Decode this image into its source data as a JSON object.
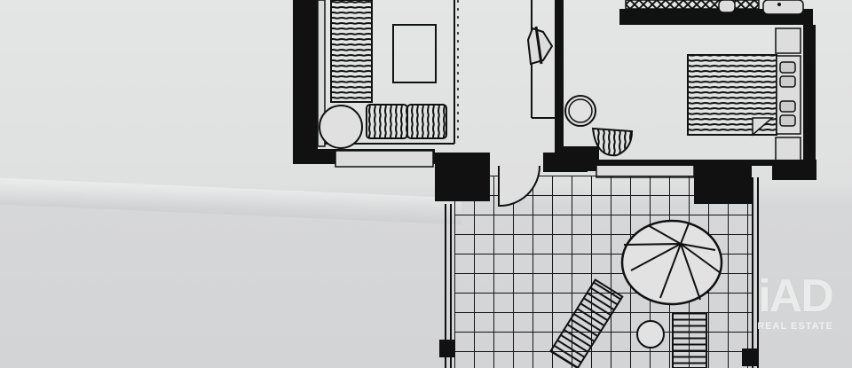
{
  "image": {
    "description": "Photograph of a printed apartment floor plan on paper",
    "rooms": [
      {
        "name": "living-room",
        "furniture": [
          "sofa-left",
          "sofa-bottom",
          "coffee-table",
          "round-side-table"
        ]
      },
      {
        "name": "bedroom",
        "furniture": [
          "double-bed",
          "nightstands",
          "round-table",
          "armchair",
          "wardrobe"
        ]
      },
      {
        "name": "kitchen-bath-strip",
        "furniture": [
          "tiled-counter",
          "washbasin",
          "toilet"
        ]
      },
      {
        "name": "terrace",
        "furniture": [
          "patio-umbrella",
          "sun-lounger-left",
          "sun-lounger-right",
          "round-table"
        ]
      }
    ],
    "colors": {
      "paper": "#e1e2e2",
      "ink": "#111111",
      "watermark": "#f2f2f2"
    }
  },
  "watermark": {
    "logo": "iAD",
    "subtitle": "REAL ESTATE"
  }
}
